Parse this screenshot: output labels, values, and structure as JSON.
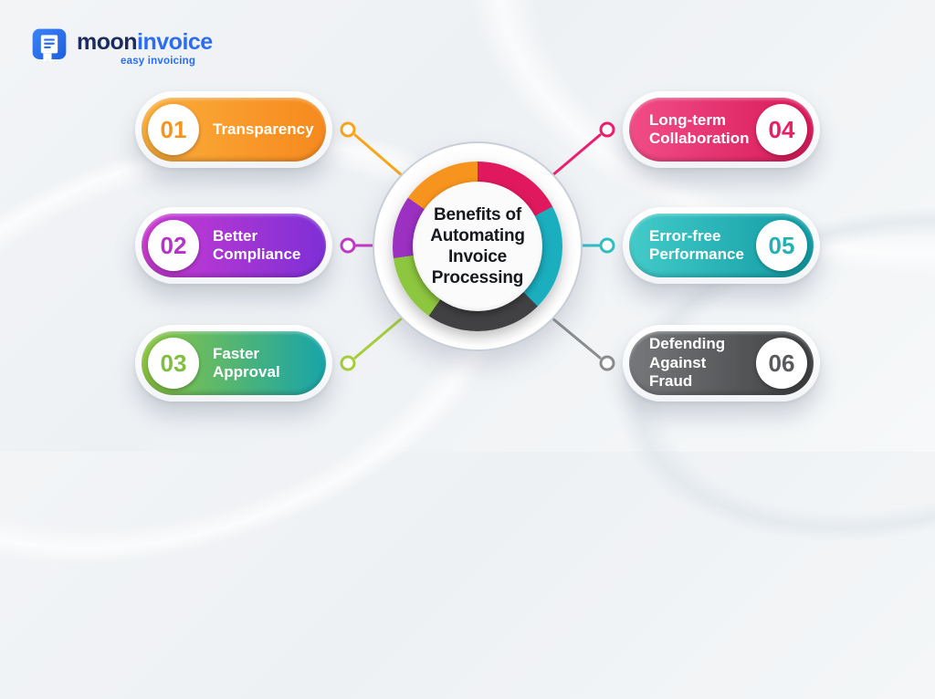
{
  "logo": {
    "brand_part1": "moon",
    "brand_part2": "invoice",
    "tagline": "easy invoicing",
    "icon_color": "#2a6cf4"
  },
  "center": {
    "title": "Benefits of\nAutomating\nInvoice\nProcessing",
    "ring": {
      "pink": "#e0195e",
      "teal": "#1baebf",
      "dark": "#414042",
      "green": "#8dc63f",
      "purple": "#9b30c1",
      "orange": "#f7941d"
    }
  },
  "items": [
    {
      "number": "01",
      "label": "Transparency",
      "colors": {
        "grad_start": "#fbae3c",
        "grad_end": "#f6891e",
        "number": "#f7941d",
        "line": "#f9a51a"
      }
    },
    {
      "number": "02",
      "label": "Better\nCompliance",
      "colors": {
        "grad_start": "#cb3bd2",
        "grad_end": "#7e2fd6",
        "number": "#b633c9",
        "line": "#c238c4"
      }
    },
    {
      "number": "03",
      "label": "Faster\nApproval",
      "colors": {
        "grad_start": "#8dc63f",
        "grad_end": "#17a4a9",
        "number": "#7fbf3f",
        "line": "#a6ce39"
      }
    },
    {
      "number": "04",
      "label": "Long-term\nCollaboration",
      "colors": {
        "grad_start": "#f14d87",
        "grad_end": "#d91959",
        "number": "#e91e63",
        "line": "#ed1e70"
      }
    },
    {
      "number": "05",
      "label": "Error-free\nPerformance",
      "colors": {
        "grad_start": "#43cbc9",
        "grad_end": "#109ba4",
        "number": "#24b0b5",
        "line": "#2fbfc3"
      }
    },
    {
      "number": "06",
      "label": "Defending\nAgainst Fraud",
      "colors": {
        "grad_start": "#77787b",
        "grad_end": "#3e3f41",
        "number": "#58595b",
        "line": "#8a8c8e"
      }
    }
  ]
}
